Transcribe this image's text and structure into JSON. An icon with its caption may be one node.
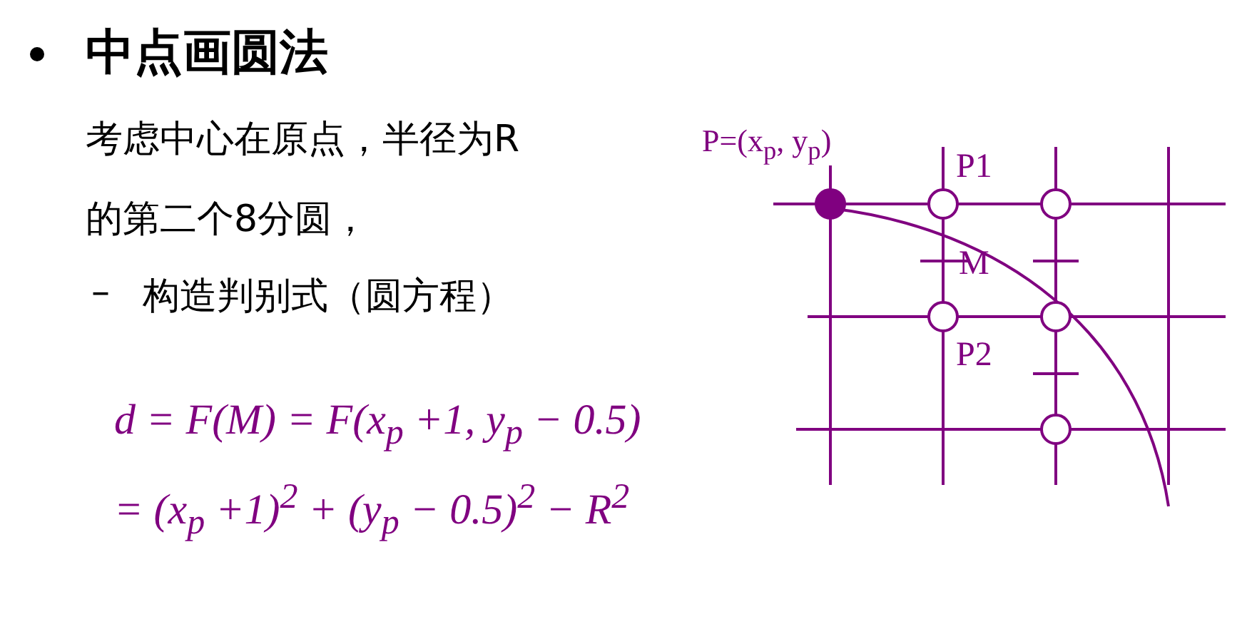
{
  "diagram": {
    "title": "中点画圆法",
    "labels": [
      "考虑中心在原点，半径为R的第二个8分圆，",
      "–",
      "构造判别式（圆方程）",
      "d = F(M) = F(x$_{p}$ +1, y$_{p}$ − 0.5)",
      "= (x$_{p}$ +1)$^{2}$ + (y$_{p}$ − 0.5)$^{2}$ − R$^{2}$",
      "P=(x$_{p}$, y$_{p}$)",
      "P1",
      "M",
      "P2"
    ]
  }
}
